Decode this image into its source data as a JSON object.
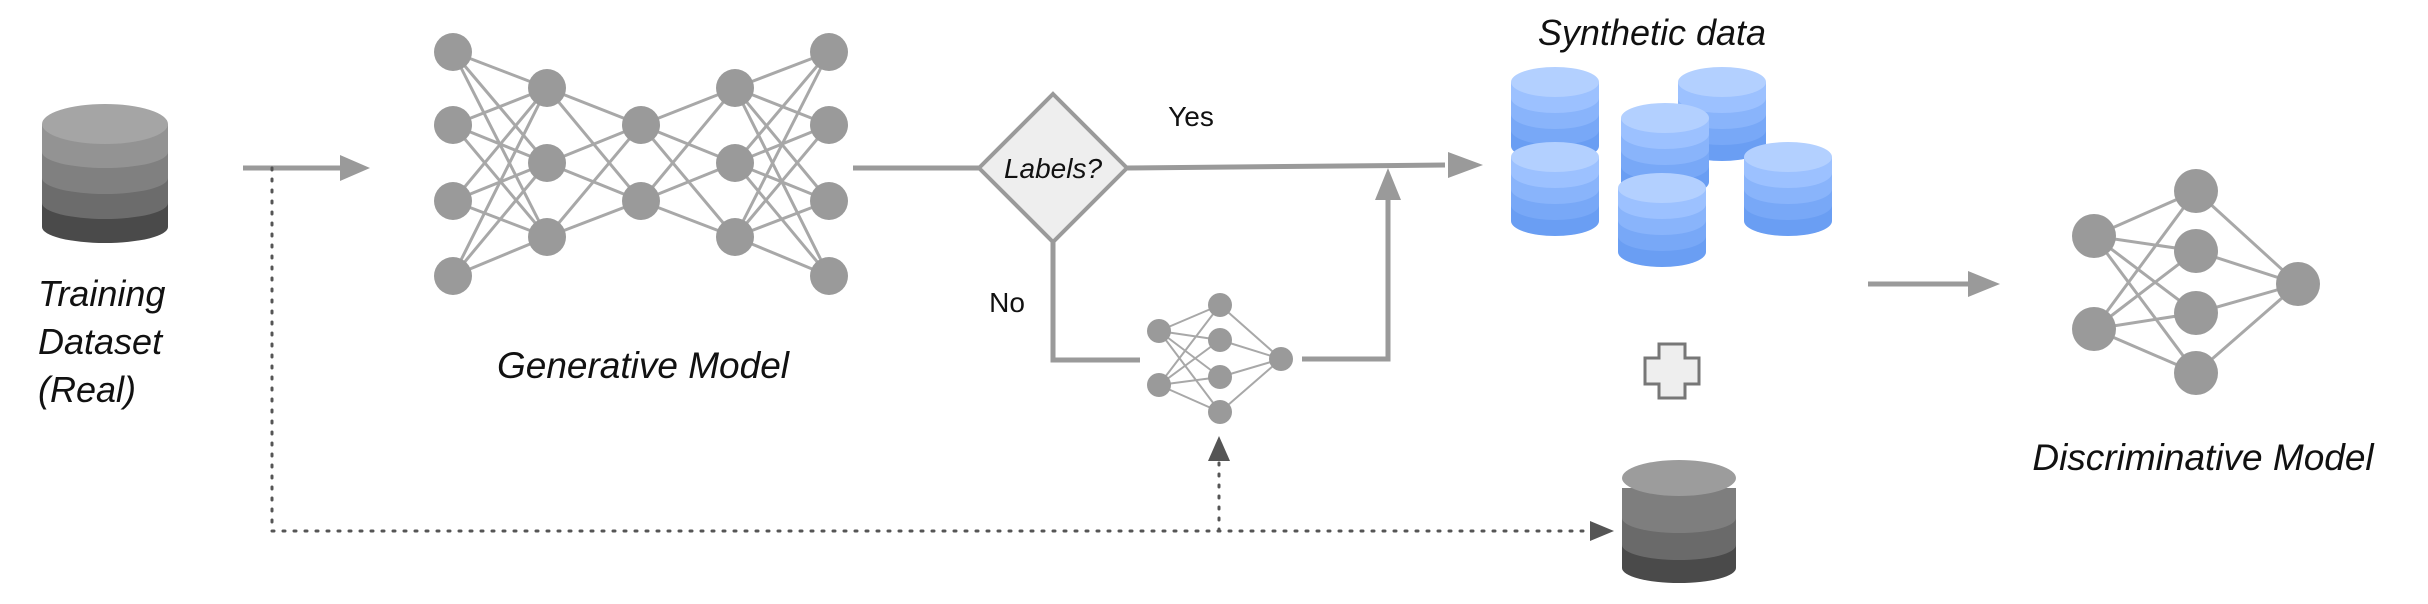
{
  "labels": {
    "training_dataset": [
      "Training",
      "Dataset",
      "(Real)"
    ],
    "generative_model": "Generative Model",
    "decision": "Labels?",
    "yes": "Yes",
    "no": "No",
    "synthetic_data": "Synthetic data",
    "discriminative_model": "Discriminative Model"
  },
  "icons": {
    "database_real": "database-icon",
    "database_synthetic": "database-icon",
    "plus": "plus-icon",
    "networks": "neural-network-icon"
  },
  "colors": {
    "gray_line": "#9a9a9a",
    "node_gray": "#9a9a9a",
    "db_real_top": "#a0a0a0",
    "db_real_dark": "#4a4a4a",
    "db_synth_top": "#a9c9ff",
    "db_synth_dark": "#6aa0f5",
    "decision_fill": "#eeeeee"
  }
}
